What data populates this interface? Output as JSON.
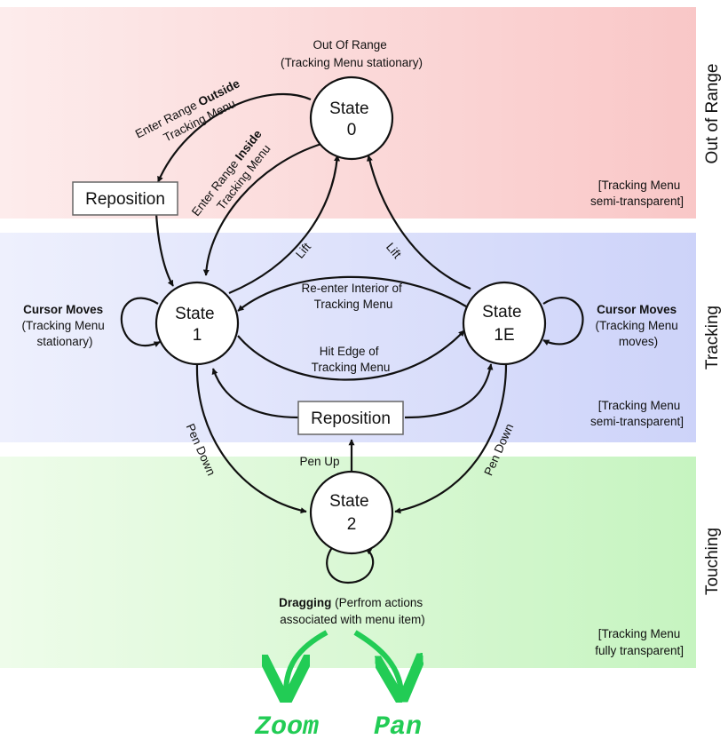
{
  "zones": [
    {
      "id": "out-of-range",
      "label": "Out of Range",
      "color_top": "#fdecec",
      "color_bottom": "#f9c7c7",
      "note_1": "[Tracking Menu",
      "note_2": "semi-transparent]"
    },
    {
      "id": "tracking",
      "label": "Tracking",
      "color_top": "#eef0fd",
      "color_bottom": "#cdd3f9",
      "note_1": "[Tracking Menu",
      "note_2": "semi-transparent]"
    },
    {
      "id": "touching",
      "label": "Touching",
      "color_top": "#eefcea",
      "color_bottom": "#c6f4c0",
      "note_1": "[Tracking Menu",
      "note_2": "fully transparent]"
    }
  ],
  "states": {
    "s0": {
      "line1": "State",
      "line2": "0"
    },
    "s1": {
      "line1": "State",
      "line2": "1"
    },
    "s1e": {
      "line1": "State",
      "line2": "1E"
    },
    "s2": {
      "line1": "State",
      "line2": "2"
    }
  },
  "boxes": {
    "reposition_top": "Reposition",
    "reposition_mid": "Reposition"
  },
  "labels": {
    "out_of_range_1": "Out Of Range",
    "out_of_range_2": "(Tracking Menu stationary)",
    "enter_outside_pre": "Enter Range ",
    "enter_outside_bold": "Outside",
    "enter_outside_2": "Tracking Menu",
    "enter_inside_pre": "Enter Range ",
    "enter_inside_bold": "Inside",
    "enter_inside_2": "Tracking Menu",
    "lift_left": "Lift",
    "lift_right": "Lift",
    "reenter_1": "Re-enter Interior of",
    "reenter_2": "Tracking Menu",
    "hit_edge_1": "Hit Edge of",
    "hit_edge_2": "Tracking Menu",
    "cursor_left_bold": "Cursor Moves",
    "cursor_left_2": "(Tracking Menu",
    "cursor_left_3": "stationary)",
    "cursor_right_bold": "Cursor Moves",
    "cursor_right_2": "(Tracking Menu",
    "cursor_right_3": "moves)",
    "pen_down_left": "Pen Down",
    "pen_down_right": "Pen Down",
    "pen_up": "Pen Up",
    "dragging_bold": "Dragging",
    "dragging_rest": " (Perfrom actions",
    "dragging_2": "associated with menu item)"
  },
  "actions": {
    "zoom": "Zoom",
    "pan": "Pan",
    "color": "#22cc55"
  }
}
